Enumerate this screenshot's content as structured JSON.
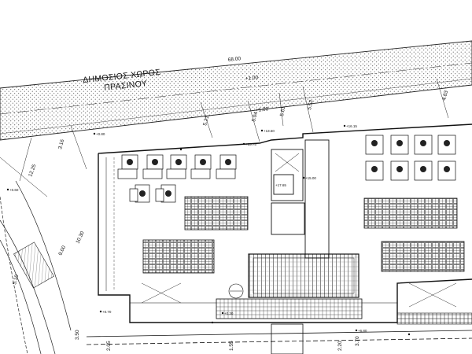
{
  "area_label": {
    "line1": "ΔΗΜΟΣΙΟΣ ΧΩΡΟΣ",
    "line2": "ΠΡΑΣΙΝΟΥ"
  },
  "dimensions": {
    "d_5_21": "5.21",
    "d_5_04": "5.04",
    "d_5_61": "5.61",
    "d_5_53": "5.53",
    "d_4_83": "4.83",
    "d_3_16": "3.16",
    "d_12_25": "12.25",
    "d_10_30": "10.30",
    "d_9_00": "9.00",
    "d_5_10": "5.10",
    "d_3_50": "3.50",
    "d_3_70": "3.70",
    "d_2_05": "2.05",
    "d_1_55": "1.55",
    "d_2_20": "2.20",
    "d_68_00": "68.00",
    "d_1_00": "+1.00"
  },
  "levels": {
    "l1": "+0.60",
    "l2": "+0.80",
    "l3": "+13.75",
    "l4": "+13.60",
    "l5": "+15.00",
    "l6": "+17.65",
    "l7": "+16.15",
    "l8": "+0.70",
    "l9": "+6.80",
    "l10": "+0.30"
  }
}
